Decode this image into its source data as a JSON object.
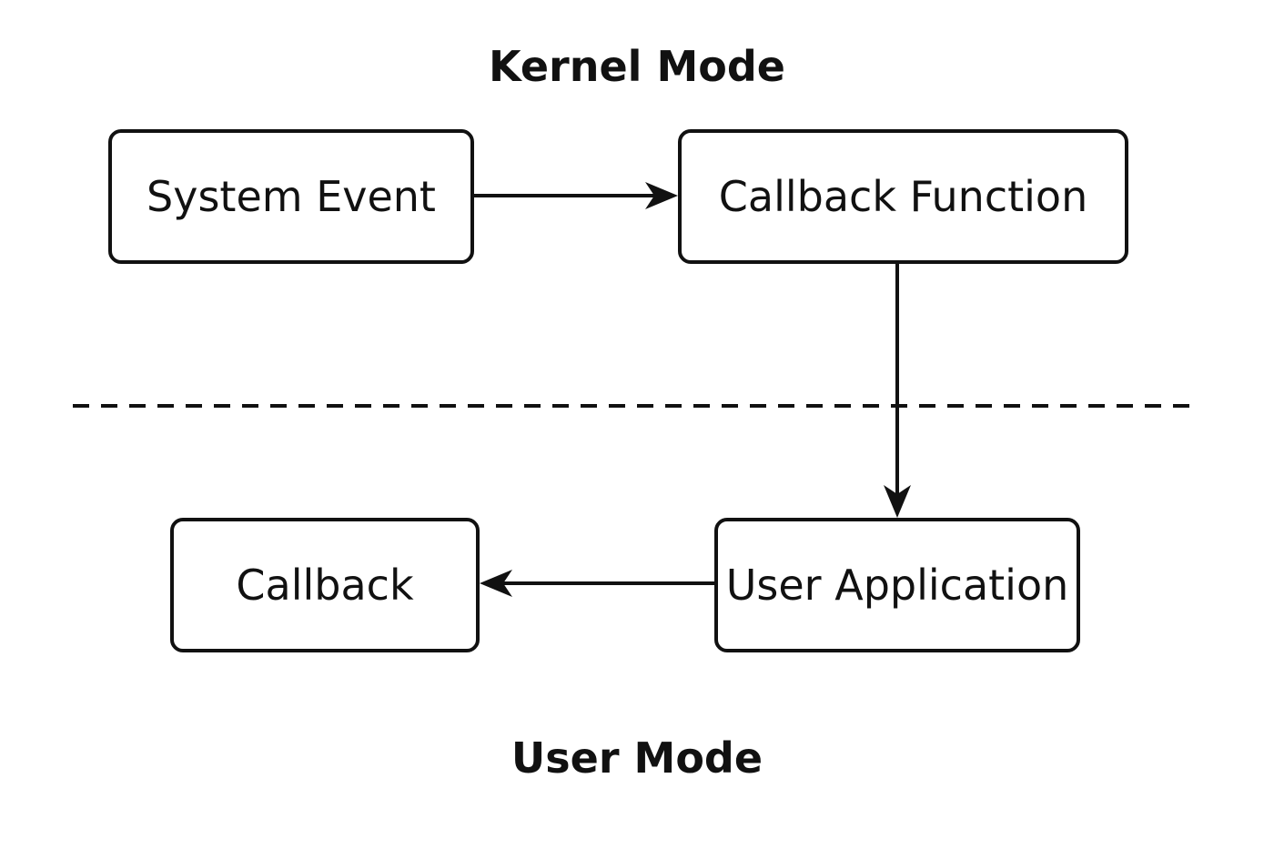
{
  "regions": {
    "kernel": {
      "title": "Kernel Mode"
    },
    "user": {
      "title": "User Mode"
    }
  },
  "nodes": {
    "system_event": {
      "label": "System Event"
    },
    "callback_function": {
      "label": "Callback Function"
    },
    "user_application": {
      "label": "User Application"
    },
    "callback": {
      "label": "Callback"
    }
  },
  "edges": [
    {
      "from": "System Event",
      "to": "Callback Function"
    },
    {
      "from": "Callback Function",
      "to": "User Application"
    },
    {
      "from": "User Application",
      "to": "Callback"
    }
  ],
  "colors": {
    "stroke": "#111111",
    "background": "#ffffff"
  }
}
